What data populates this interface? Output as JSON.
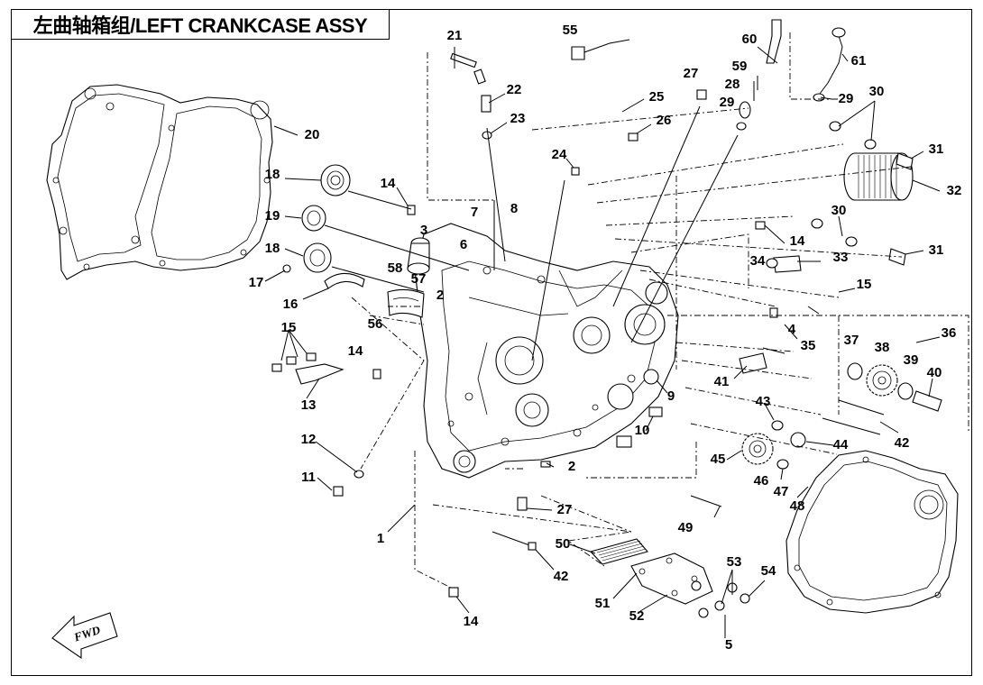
{
  "title": "左曲轴箱组/LEFT CRANKCASE ASSY",
  "fwd_label": "FWD",
  "callouts": [
    {
      "id": "c21",
      "label": "21"
    },
    {
      "id": "c22",
      "label": "22"
    },
    {
      "id": "c23",
      "label": "23"
    },
    {
      "id": "c55",
      "label": "55"
    },
    {
      "id": "c60",
      "label": "60"
    },
    {
      "id": "c61",
      "label": "61"
    },
    {
      "id": "c59",
      "label": "59"
    },
    {
      "id": "c28",
      "label": "28"
    },
    {
      "id": "c29a",
      "label": "29"
    },
    {
      "id": "c29b",
      "label": "29"
    },
    {
      "id": "c30a",
      "label": "30"
    },
    {
      "id": "c31a",
      "label": "31"
    },
    {
      "id": "c27a",
      "label": "27"
    },
    {
      "id": "c25",
      "label": "25"
    },
    {
      "id": "c26",
      "label": "26"
    },
    {
      "id": "c24",
      "label": "24"
    },
    {
      "id": "c20",
      "label": "20"
    },
    {
      "id": "c18a",
      "label": "18"
    },
    {
      "id": "c14a",
      "label": "14"
    },
    {
      "id": "c7",
      "label": "7"
    },
    {
      "id": "c8",
      "label": "8"
    },
    {
      "id": "c32",
      "label": "32"
    },
    {
      "id": "c19",
      "label": "19"
    },
    {
      "id": "c3",
      "label": "3"
    },
    {
      "id": "c6",
      "label": "6"
    },
    {
      "id": "c30b",
      "label": "30"
    },
    {
      "id": "c14b",
      "label": "14"
    },
    {
      "id": "c31b",
      "label": "31"
    },
    {
      "id": "c18b",
      "label": "18"
    },
    {
      "id": "c34",
      "label": "34"
    },
    {
      "id": "c33",
      "label": "33"
    },
    {
      "id": "c58",
      "label": "58"
    },
    {
      "id": "c57",
      "label": "57"
    },
    {
      "id": "c17",
      "label": "17"
    },
    {
      "id": "c2a",
      "label": "2"
    },
    {
      "id": "c15a",
      "label": "15"
    },
    {
      "id": "c16",
      "label": "16"
    },
    {
      "id": "c56",
      "label": "56"
    },
    {
      "id": "c4",
      "label": "4"
    },
    {
      "id": "c36",
      "label": "36"
    },
    {
      "id": "c15b",
      "label": "15"
    },
    {
      "id": "c35",
      "label": "35"
    },
    {
      "id": "c37",
      "label": "37"
    },
    {
      "id": "c38",
      "label": "38"
    },
    {
      "id": "c39",
      "label": "39"
    },
    {
      "id": "c14c",
      "label": "14"
    },
    {
      "id": "c40",
      "label": "40"
    },
    {
      "id": "c41",
      "label": "41"
    },
    {
      "id": "c13",
      "label": "13"
    },
    {
      "id": "c9",
      "label": "9"
    },
    {
      "id": "c43",
      "label": "43"
    },
    {
      "id": "c10",
      "label": "10"
    },
    {
      "id": "c42a",
      "label": "42"
    },
    {
      "id": "c44",
      "label": "44"
    },
    {
      "id": "c12",
      "label": "12"
    },
    {
      "id": "c45",
      "label": "45"
    },
    {
      "id": "c2b",
      "label": "2"
    },
    {
      "id": "c46",
      "label": "46"
    },
    {
      "id": "c11",
      "label": "11"
    },
    {
      "id": "c47",
      "label": "47"
    },
    {
      "id": "c48",
      "label": "48"
    },
    {
      "id": "c27b",
      "label": "27"
    },
    {
      "id": "c1",
      "label": "1"
    },
    {
      "id": "c49",
      "label": "49"
    },
    {
      "id": "c50",
      "label": "50"
    },
    {
      "id": "c42b",
      "label": "42"
    },
    {
      "id": "c53",
      "label": "53"
    },
    {
      "id": "c54",
      "label": "54"
    },
    {
      "id": "c51",
      "label": "51"
    },
    {
      "id": "c52",
      "label": "52"
    },
    {
      "id": "c14d",
      "label": "14"
    },
    {
      "id": "c5",
      "label": "5"
    }
  ]
}
